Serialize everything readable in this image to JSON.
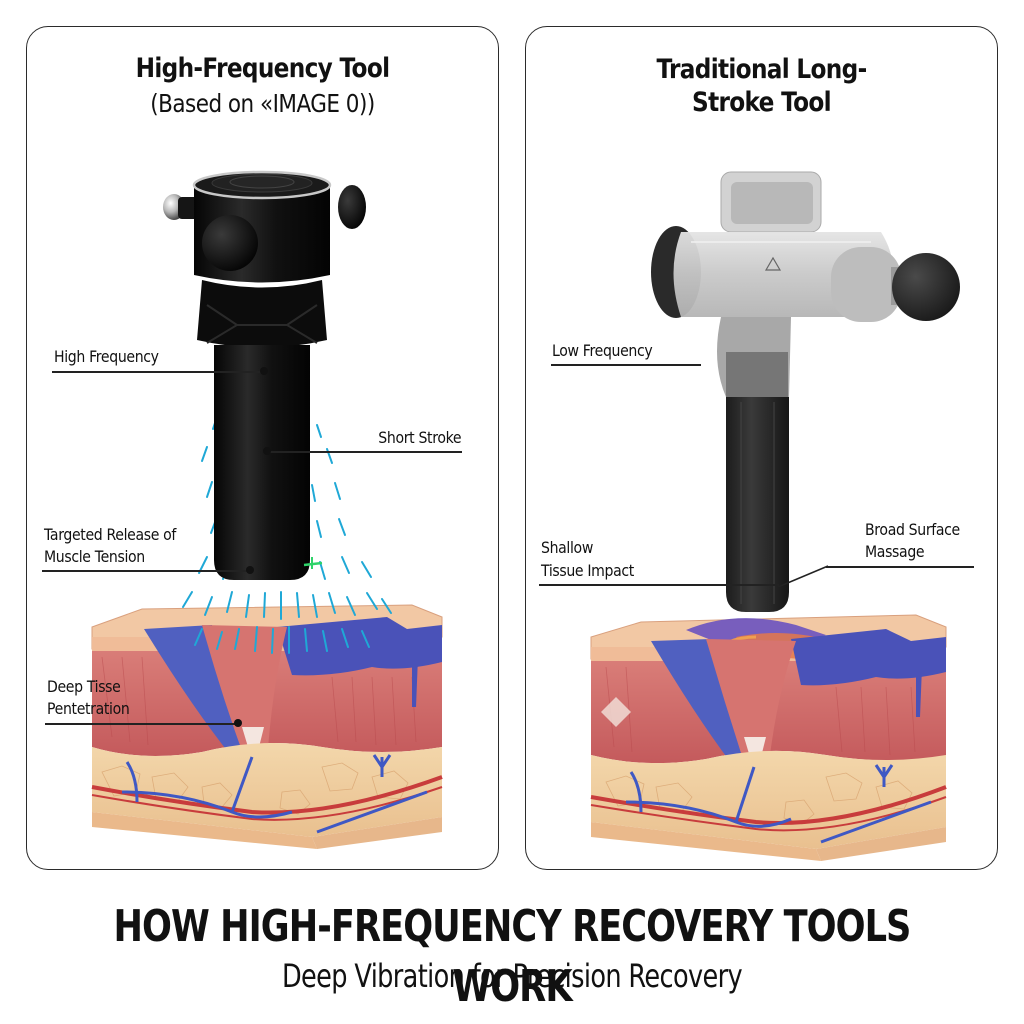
{
  "left_panel": {
    "title": "High-Frequency Tool",
    "subtitle": "(Based on «IMAGE 0))",
    "device": "compact-cylindrical-massager",
    "callouts": {
      "high_frequency": "High Frequency",
      "short_stroke": "Short Stroke",
      "targeted_release_line1": "Targeted Release of",
      "targeted_release_line2": "Muscle Tension",
      "deep_tissue_line1": "Deep Tisse",
      "deep_tissue_line2": "Pentetration"
    },
    "vibration_color": "#1fa8d6",
    "indicator_color": "#2fd36a"
  },
  "right_panel": {
    "title_line1": "Traditional Long-",
    "title_line2": "Stroke Tool",
    "device": "pistol-grip-massage-gun",
    "callouts": {
      "low_frequency": "Low Frequency",
      "shallow_line1": "Shallow",
      "shallow_line2": "Tissue Impact",
      "broad_line1": "Broad Surface",
      "broad_line2": "Massage"
    }
  },
  "tissue_colors": {
    "skin": "#f1c3a0",
    "fascia": "#4450b8",
    "muscle": "#cf6a6a",
    "fat": "#f0d3a6",
    "artery": "#c83c3c",
    "vein": "#3f58c4"
  },
  "footer": {
    "title": "HOW HIGH-FREQUENCY RECOVERY TOOLS WORK",
    "subtitle": "Deep Vibration for Precision Recovery"
  }
}
